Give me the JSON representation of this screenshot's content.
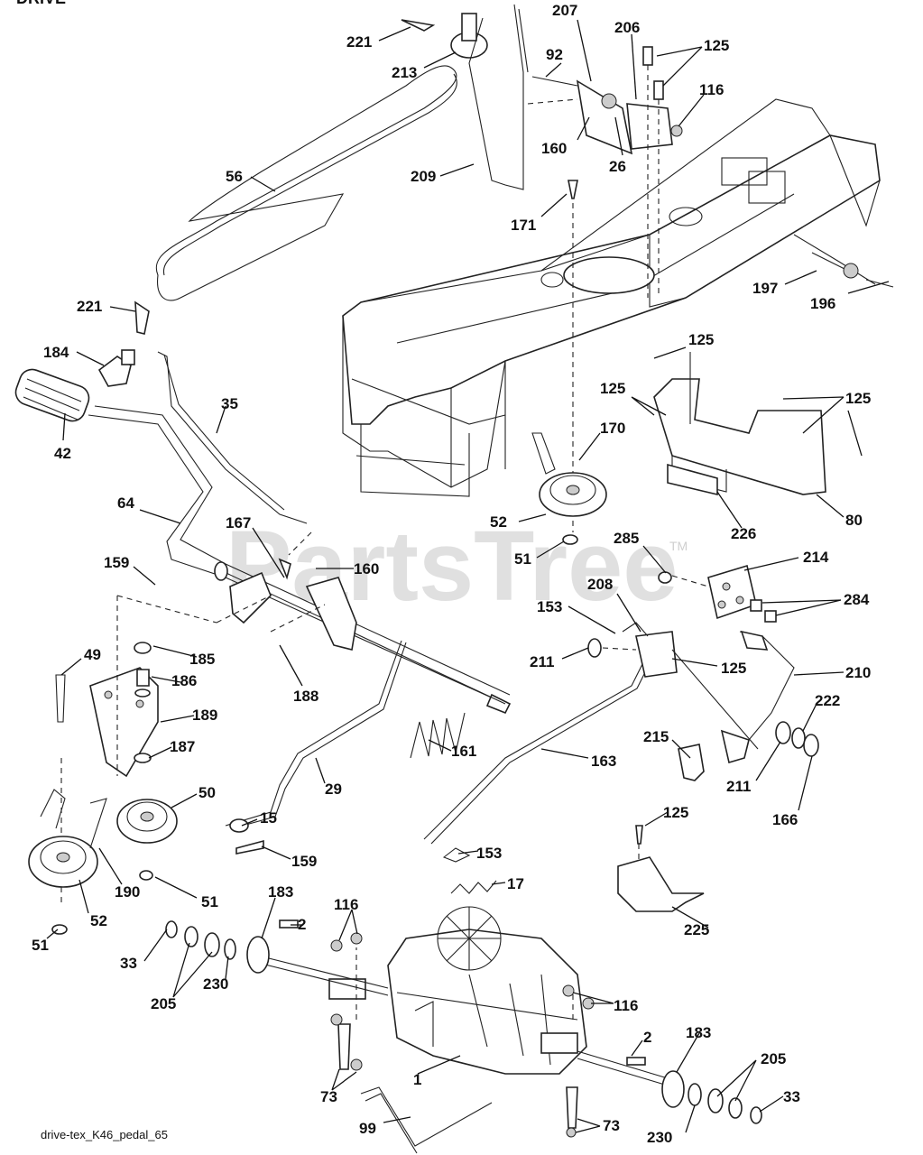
{
  "header": {
    "section_title": "DRIVE"
  },
  "watermark": {
    "text": "PartsTree",
    "tm": "TM"
  },
  "caption": {
    "text": "drive-tex_K46_pedal_65"
  },
  "callouts": {
    "c221a": "221",
    "c213": "213",
    "c207": "207",
    "c206": "206",
    "c125a": "125",
    "c92": "92",
    "c116a": "116",
    "c160a": "160",
    "c26": "26",
    "c209": "209",
    "c56": "56",
    "c171": "171",
    "c197": "197",
    "c196": "196",
    "c221b": "221",
    "c125b": "125",
    "c184": "184",
    "c125c": "125",
    "c125d": "125",
    "c35": "35",
    "c42": "42",
    "c170": "170",
    "c64": "64",
    "c52a": "52",
    "c226": "226",
    "c80": "80",
    "c167": "167",
    "c51a": "51",
    "c285": "285",
    "c214": "214",
    "c159a": "159",
    "c160b": "160",
    "c284": "284",
    "c153a": "153",
    "c208": "208",
    "c49": "49",
    "c185": "185",
    "c211a": "211",
    "c125e": "125",
    "c210": "210",
    "c186": "186",
    "c188": "188",
    "c222": "222",
    "c189": "189",
    "c187": "187",
    "c161": "161",
    "c215": "215",
    "c163": "163",
    "c29": "29",
    "c211b": "211",
    "c50": "50",
    "c166": "166",
    "c15": "15",
    "c125f": "125",
    "c159b": "159",
    "c153b": "153",
    "c190": "190",
    "c51b": "51",
    "c17": "17",
    "c183a": "183",
    "c52b": "52",
    "c116b": "116",
    "c2a": "2",
    "c225": "225",
    "c51c": "51",
    "c33a": "33",
    "c205a": "205",
    "c230a": "230",
    "c116c": "116",
    "c2b": "2",
    "c183b": "183",
    "c205b": "205",
    "c1": "1",
    "c33b": "33",
    "c73a": "73",
    "c99": "99",
    "c230b": "230",
    "c73b": "73"
  }
}
